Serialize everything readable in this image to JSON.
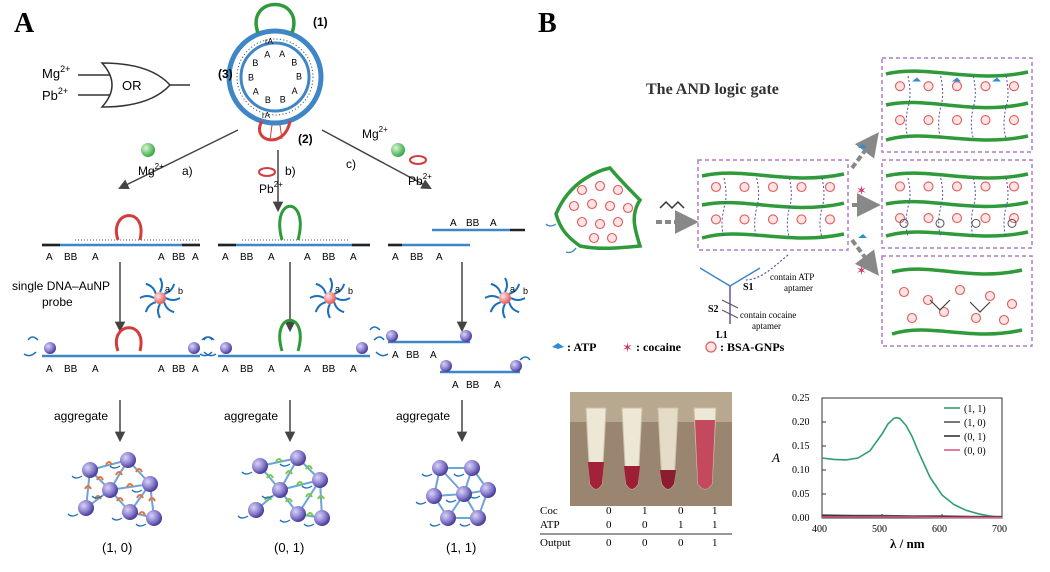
{
  "panel_a": {
    "label": "A",
    "gate": {
      "in1": "Mg2+",
      "in2": "Pb2+",
      "gate_label": "OR"
    },
    "ring_labels": {
      "one": "(1)",
      "two": "(2)",
      "three": "(3)",
      "rA_top": "rA",
      "rA_bottom": "rA"
    },
    "ring_letters": [
      "A",
      "B",
      "B",
      "A",
      "B",
      "B",
      "A",
      "B",
      "B",
      "A"
    ],
    "branches": {
      "a": {
        "ion": "Mg2+",
        "step": "a)"
      },
      "b": {
        "ion": "Pb2+",
        "step": "b)"
      },
      "c": {
        "ion1": "Mg2+",
        "ion2": "Pb2+",
        "step": "c)"
      }
    },
    "strand_a": [
      "A",
      "BB",
      "A",
      "A",
      "BB",
      "A"
    ],
    "strand_b": [
      "A",
      "BB",
      "A",
      "A",
      "BB",
      "A"
    ],
    "strand_c_top": [
      "A",
      "BB",
      "A"
    ],
    "strand_c_bottom": [
      "A",
      "BB",
      "A"
    ],
    "probe_label_1": "single DNA–AuNP",
    "probe_label_2": "probe",
    "probe_ab": {
      "a": "a",
      "b": "b"
    },
    "aggregate_label": "aggregate",
    "outputs": [
      "(1, 0)",
      "(0, 1)",
      "(1, 1)"
    ]
  },
  "panel_b": {
    "label": "B",
    "title": "The AND logic gate",
    "s1": "S1",
    "s2": "S2",
    "l1": "L1",
    "contain_atp_1": "contain ATP",
    "contain_atp_2": "aptamer",
    "contain_coc_1": "contain cocaine",
    "contain_coc_2": "aptamer",
    "legend_atp": ": ATP",
    "legend_coc": ": cocaine",
    "legend_gnp": ": BSA-GNPs"
  },
  "truth_table": {
    "rows": [
      {
        "label": "Coc",
        "values": [
          "0",
          "1",
          "0",
          "1"
        ]
      },
      {
        "label": "ATP",
        "values": [
          "0",
          "0",
          "1",
          "1"
        ]
      },
      {
        "label": "Output",
        "values": [
          "0",
          "0",
          "0",
          "1"
        ]
      }
    ]
  },
  "chart_data": {
    "type": "line",
    "xlabel": "λ / nm",
    "ylabel": "A",
    "xlim": [
      400,
      700
    ],
    "ylim": [
      0,
      0.25
    ],
    "xticks": [
      400,
      500,
      600,
      700
    ],
    "yticks": [
      0.0,
      0.05,
      0.1,
      0.15,
      0.2,
      0.25
    ],
    "legend_position": "top-right",
    "series": [
      {
        "name": "(1, 1)",
        "color": "#2e9e6e",
        "x": [
          400,
          420,
          440,
          460,
          480,
          500,
          510,
          520,
          525,
          530,
          540,
          550,
          560,
          580,
          600,
          620,
          640,
          660,
          680,
          700
        ],
        "y": [
          0.125,
          0.122,
          0.121,
          0.125,
          0.14,
          0.175,
          0.196,
          0.208,
          0.209,
          0.207,
          0.193,
          0.17,
          0.14,
          0.085,
          0.048,
          0.028,
          0.016,
          0.009,
          0.004,
          0.001
        ]
      },
      {
        "name": "(1, 0)",
        "color": "#555555",
        "x": [
          400,
          450,
          500,
          550,
          600,
          650,
          700
        ],
        "y": [
          0.006,
          0.005,
          0.005,
          0.004,
          0.004,
          0.003,
          0.003
        ]
      },
      {
        "name": "(0, 1)",
        "color": "#333333",
        "x": [
          400,
          450,
          500,
          550,
          600,
          650,
          700
        ],
        "y": [
          0.004,
          0.004,
          0.003,
          0.003,
          0.003,
          0.002,
          0.002
        ]
      },
      {
        "name": "(0, 0)",
        "color": "#e05a8a",
        "x": [
          400,
          450,
          500,
          550,
          600,
          650,
          700
        ],
        "y": [
          0.002,
          0.002,
          0.002,
          0.002,
          0.001,
          0.001,
          0.001
        ]
      }
    ]
  }
}
